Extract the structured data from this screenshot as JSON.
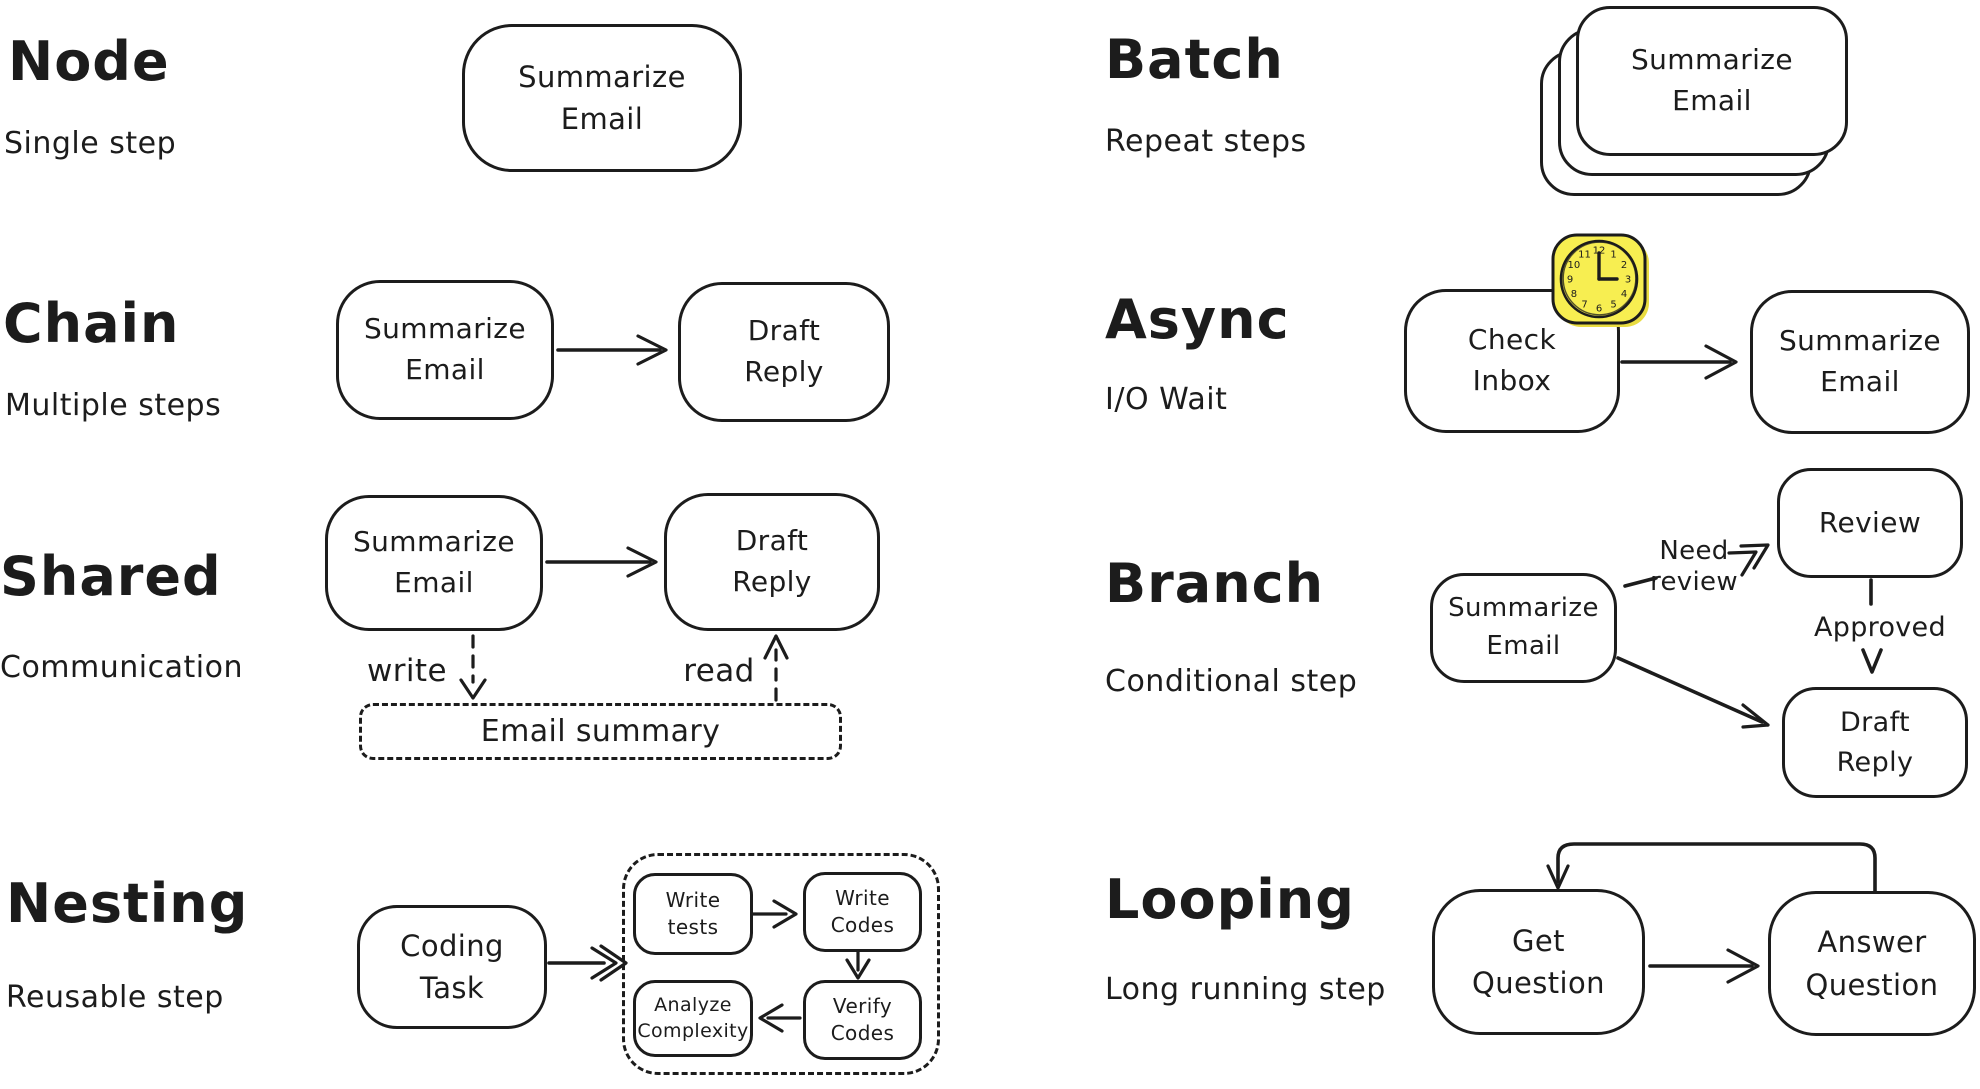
{
  "colors": {
    "ink": "#1c1c1c",
    "paper": "#ffffff",
    "clock_fill": "#f7ee51",
    "clock_shadow": "#e9dc41"
  },
  "sections": {
    "node": {
      "title": "Node",
      "subtitle": "Single step",
      "box_label": "Summarize\nEmail"
    },
    "chain": {
      "title": "Chain",
      "subtitle": "Multiple steps",
      "box1_label": "Summarize\nEmail",
      "box2_label": "Draft\nReply"
    },
    "shared": {
      "title": "Shared",
      "subtitle": "Communication",
      "box1_label": "Summarize\nEmail",
      "box2_label": "Draft\nReply",
      "write_label": "write",
      "read_label": "read",
      "store_label": "Email summary"
    },
    "nesting": {
      "title": "Nesting",
      "subtitle": "Reusable step",
      "box_label": "Coding\nTask",
      "inner": {
        "write_tests": "Write\ntests",
        "write_codes": "Write\nCodes",
        "verify_codes": "Verify\nCodes",
        "analyze_complexity": "Analyze\nComplexity"
      }
    },
    "batch": {
      "title": "Batch",
      "subtitle": "Repeat steps",
      "box_label": "Summarize\nEmail"
    },
    "async": {
      "title": "Async",
      "subtitle": "I/O Wait",
      "box1_label": "Check\nInbox",
      "box2_label": "Summarize\nEmail"
    },
    "branch": {
      "title": "Branch",
      "subtitle": "Conditional step",
      "source_label": "Summarize\nEmail",
      "review_label": "Review",
      "draft_label": "Draft\nReply",
      "need_review_label": "Need\nreview",
      "approved_label": "Approved"
    },
    "looping": {
      "title": "Looping",
      "subtitle": "Long running step",
      "box1_label": "Get\nQuestion",
      "box2_label": "Answer\nQuestion"
    }
  },
  "icons": {
    "clock": {
      "numbers": [
        "12",
        "1",
        "2",
        "3",
        "4",
        "5",
        "6",
        "7",
        "8",
        "9",
        "10",
        "11"
      ]
    }
  }
}
